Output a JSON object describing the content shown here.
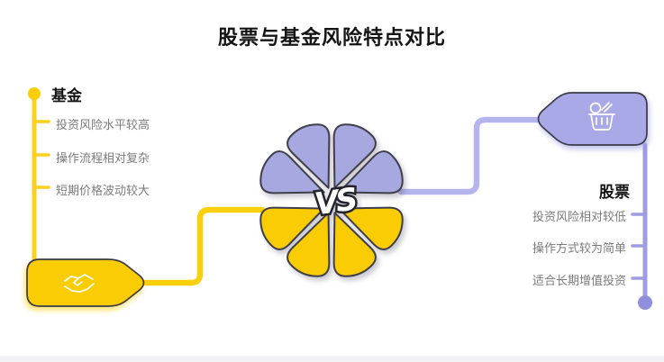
{
  "title": "股票与基金风险特点对比",
  "center": {
    "vs_label": "VS",
    "top_half": "stock",
    "bottom_half": "fund"
  },
  "fund": {
    "label": "基金",
    "items": [
      "投资风险水平较高",
      "操作流程相对复杂",
      "短期价格波动较大"
    ],
    "badge_icon": "handshake-icon"
  },
  "stock": {
    "label": "股票",
    "items": [
      "投资风险相对较低",
      "操作方式较为简单",
      "适合长期增值投资"
    ],
    "badge_icon": "shopping-basket-icon"
  },
  "colors": {
    "fund_accent": "#FACC04",
    "fund_connector": "#FBCF0A",
    "fund_rail": "#FBD11E",
    "stock_accent": "#A9A9E8",
    "stock_petal": "#A8A8E0",
    "stock_connector": "#B5B5EE",
    "stock_rail": "#9D9DE4",
    "stock_dot": "#8F8FDE",
    "outline": "#3B3B47",
    "muted_text": "#7B7B7B",
    "heading_text": "#141414"
  }
}
